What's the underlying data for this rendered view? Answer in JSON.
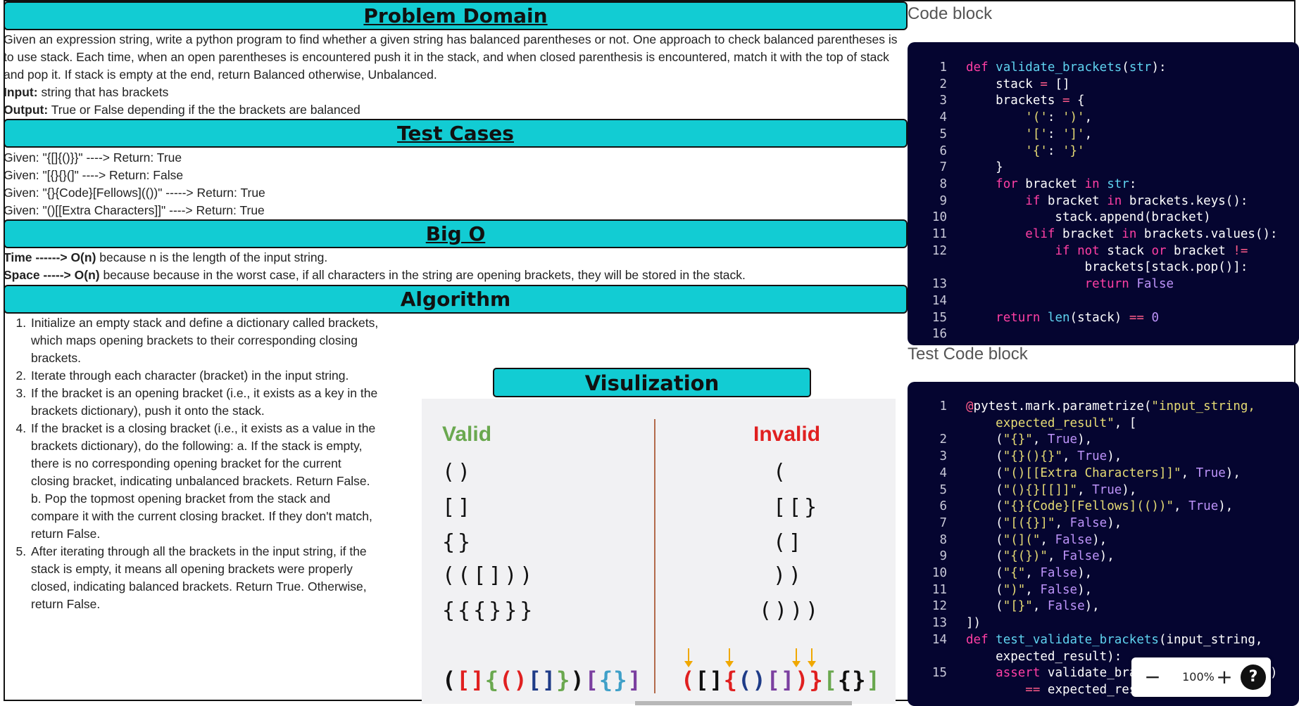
{
  "sections": {
    "problem_domain": "Problem Domain",
    "test_cases": "Test Cases",
    "big_o": "Big O",
    "algorithm": "Algorithm",
    "visualization": "Visulization",
    "code_block": "Code block",
    "test_code_block": "Test Code block"
  },
  "problem": {
    "paragraph": "Given an expression string, write a python program to find whether a given string has balanced parentheses or not. One approach to check balanced parentheses is to use stack. Each time, when an open parentheses is encountered push it in the stack, and when closed parenthesis is encountered, match it with the top of stack and pop it. If stack is empty at the end, return Balanced otherwise, Unbalanced.",
    "input_label": "Input:",
    "input_text": " string that has brackets",
    "output_label": "Output:",
    "output_text": " True or False depending if the the brackets are balanced"
  },
  "test_cases": [
    "Given: \"{[]{()}}\" ----> Return: True",
    "Given: \"[{}{}(]\" ----> Return: False",
    "Given: \"{}{Code}[Fellows](())\" -----> Return: True",
    "Given: \"()[[Extra Characters]]\" ----> Return: True"
  ],
  "big_o": {
    "time_label": "Time ------> O(n)",
    "time_text": " because n is the length of the input string.",
    "space_label": "Space -----> O(n)",
    "space_text": " because because in the worst case, if all characters in the string are opening brackets, they will be stored in the stack."
  },
  "algorithm_steps": [
    "Initialize an empty stack and define a dictionary called brackets, which maps opening brackets to their corresponding closing brackets.",
    "Iterate through each character (bracket) in the input string.",
    "If the bracket is an opening bracket (i.e., it exists as a key in the brackets dictionary), push it onto the stack.",
    "If the bracket is a closing bracket (i.e., it exists as a value in the brackets dictionary), do the following: a. If the stack is empty, there is no corresponding opening bracket for the current closing bracket, indicating unbalanced brackets. Return False. b. Pop the topmost opening bracket from the stack and compare it with the current closing bracket. If they don't match, return False.",
    "After iterating through all the brackets in the input string, if the stack is empty, it means all opening brackets were properly closed, indicating balanced brackets. Return True. Otherwise, return False."
  ],
  "visualization": {
    "valid_label": "Valid",
    "invalid_label": "Invalid",
    "valid_color": "#6aa84f",
    "invalid_color": "#e02020",
    "valid_items": [
      "()",
      "[]",
      "{}",
      "(([]))",
      "{{{}}}"
    ],
    "invalid_items": [
      "(",
      "[[}",
      "(]",
      "))",
      "()))"
    ],
    "valid_sequence": [
      {
        "ch": "(",
        "color": "#111111"
      },
      {
        "ch": "[",
        "color": "#e02020"
      },
      {
        "ch": "]",
        "color": "#e02020"
      },
      {
        "ch": "{",
        "color": "#6aa84f"
      },
      {
        "ch": "(",
        "color": "#e02020"
      },
      {
        "ch": ")",
        "color": "#e02020"
      },
      {
        "ch": "[",
        "color": "#1f3c88"
      },
      {
        "ch": "]",
        "color": "#1f3c88"
      },
      {
        "ch": "}",
        "color": "#6aa84f"
      },
      {
        "ch": ")",
        "color": "#111111"
      },
      {
        "ch": "[",
        "color": "#7b3fa0"
      },
      {
        "ch": "{",
        "color": "#3fa0c8"
      },
      {
        "ch": "}",
        "color": "#3fa0c8"
      },
      {
        "ch": "]",
        "color": "#7b3fa0"
      }
    ],
    "invalid_sequence": [
      {
        "ch": "(",
        "color": "#e02020"
      },
      {
        "ch": "[",
        "color": "#111111"
      },
      {
        "ch": "]",
        "color": "#111111"
      },
      {
        "ch": "{",
        "color": "#e02020"
      },
      {
        "ch": "(",
        "color": "#1f3c88"
      },
      {
        "ch": ")",
        "color": "#1f3c88"
      },
      {
        "ch": "[",
        "color": "#7b3fa0"
      },
      {
        "ch": "]",
        "color": "#7b3fa0"
      },
      {
        "ch": ")",
        "color": "#e02020"
      },
      {
        "ch": "}",
        "color": "#e02020"
      },
      {
        "ch": "[",
        "color": "#6aa84f"
      },
      {
        "ch": "{",
        "color": "#111111"
      },
      {
        "ch": "}",
        "color": "#111111"
      },
      {
        "ch": "]",
        "color": "#6aa84f"
      }
    ]
  },
  "code_block": [
    {
      "n": "1",
      "html": "<span class='kw'>def</span> <span class='fn'>validate_brackets</span>(<span class='fn'>str</span>):"
    },
    {
      "n": "2",
      "html": "    stack <span class='op'>=</span> []"
    },
    {
      "n": "3",
      "html": "    brackets <span class='op'>=</span> {"
    },
    {
      "n": "4",
      "html": "        <span class='str'>'('</span>: <span class='str'>')'</span>,"
    },
    {
      "n": "5",
      "html": "        <span class='str'>'['</span>: <span class='str'>']'</span>,"
    },
    {
      "n": "6",
      "html": "        <span class='str'>'{'</span>: <span class='str'>'}'</span>"
    },
    {
      "n": "7",
      "html": "    }"
    },
    {
      "n": "8",
      "html": "    <span class='kw'>for</span> bracket <span class='kw'>in</span> <span class='fn'>str</span>:"
    },
    {
      "n": "9",
      "html": "        <span class='kw'>if</span> bracket <span class='kw'>in</span> brackets.keys():"
    },
    {
      "n": "10",
      "html": "            stack.append(bracket)"
    },
    {
      "n": "11",
      "html": "        <span class='kw'>elif</span> bracket <span class='kw'>in</span> brackets.values():"
    },
    {
      "n": "12",
      "html": "            <span class='kw'>if</span> <span class='kw'>not</span> stack <span class='kw'>or</span> bracket <span class='op'>!=</span>"
    },
    {
      "n": "",
      "html": "                brackets[stack.pop()]:"
    },
    {
      "n": "13",
      "html": "                <span class='kw'>return</span> <span class='num'>False</span>"
    },
    {
      "n": "14",
      "html": ""
    },
    {
      "n": "15",
      "html": "    <span class='kw'>return</span> <span class='fn'>len</span>(stack) <span class='op'>==</span> <span class='num'>0</span>"
    },
    {
      "n": "16",
      "html": ""
    }
  ],
  "test_code_block": [
    {
      "n": "1",
      "html": "<span class='op'>@</span>pytest.mark.parametrize(<span class='str'>\"input_string,</span>"
    },
    {
      "n": "",
      "html": "    <span class='str'>expected_result\"</span>, ["
    },
    {
      "n": "2",
      "html": "    (<span class='str'>\"{}\"</span>, <span class='num'>True</span>),"
    },
    {
      "n": "3",
      "html": "    (<span class='str'>\"{}(){}\"</span>, <span class='num'>True</span>),"
    },
    {
      "n": "4",
      "html": "    (<span class='str'>\"()[[Extra Characters]]\"</span>, <span class='num'>True</span>),"
    },
    {
      "n": "5",
      "html": "    (<span class='str'>\"(){}[[]]\"</span>, <span class='num'>True</span>),"
    },
    {
      "n": "6",
      "html": "    (<span class='str'>\"{}{Code}[Fellows](())\"</span>, <span class='num'>True</span>),"
    },
    {
      "n": "7",
      "html": "    (<span class='str'>\"[({}]\"</span>, <span class='num'>False</span>),"
    },
    {
      "n": "8",
      "html": "    (<span class='str'>\"(](\"</span>, <span class='num'>False</span>),"
    },
    {
      "n": "9",
      "html": "    (<span class='str'>\"{(})\"</span>, <span class='num'>False</span>),"
    },
    {
      "n": "10",
      "html": "    (<span class='str'>\"{\"</span>, <span class='num'>False</span>),"
    },
    {
      "n": "11",
      "html": "    (<span class='str'>\")\"</span>, <span class='num'>False</span>),"
    },
    {
      "n": "12",
      "html": "    (<span class='str'>\"[}\"</span>, <span class='num'>False</span>),"
    },
    {
      "n": "13",
      "html": "])"
    },
    {
      "n": "14",
      "html": "<span class='kw'>def</span> <span class='fn'>test_validate_brackets</span>(input_string,"
    },
    {
      "n": "",
      "html": "    expected_result):"
    },
    {
      "n": "15",
      "html": "    <span class='kw'>assert</span> validate_brackets(input_string)"
    },
    {
      "n": "",
      "html": "        <span class='op'>==</span> expected_result"
    }
  ],
  "zoom": {
    "minus": "−",
    "level": "100%",
    "plus": "+",
    "help": "?"
  }
}
